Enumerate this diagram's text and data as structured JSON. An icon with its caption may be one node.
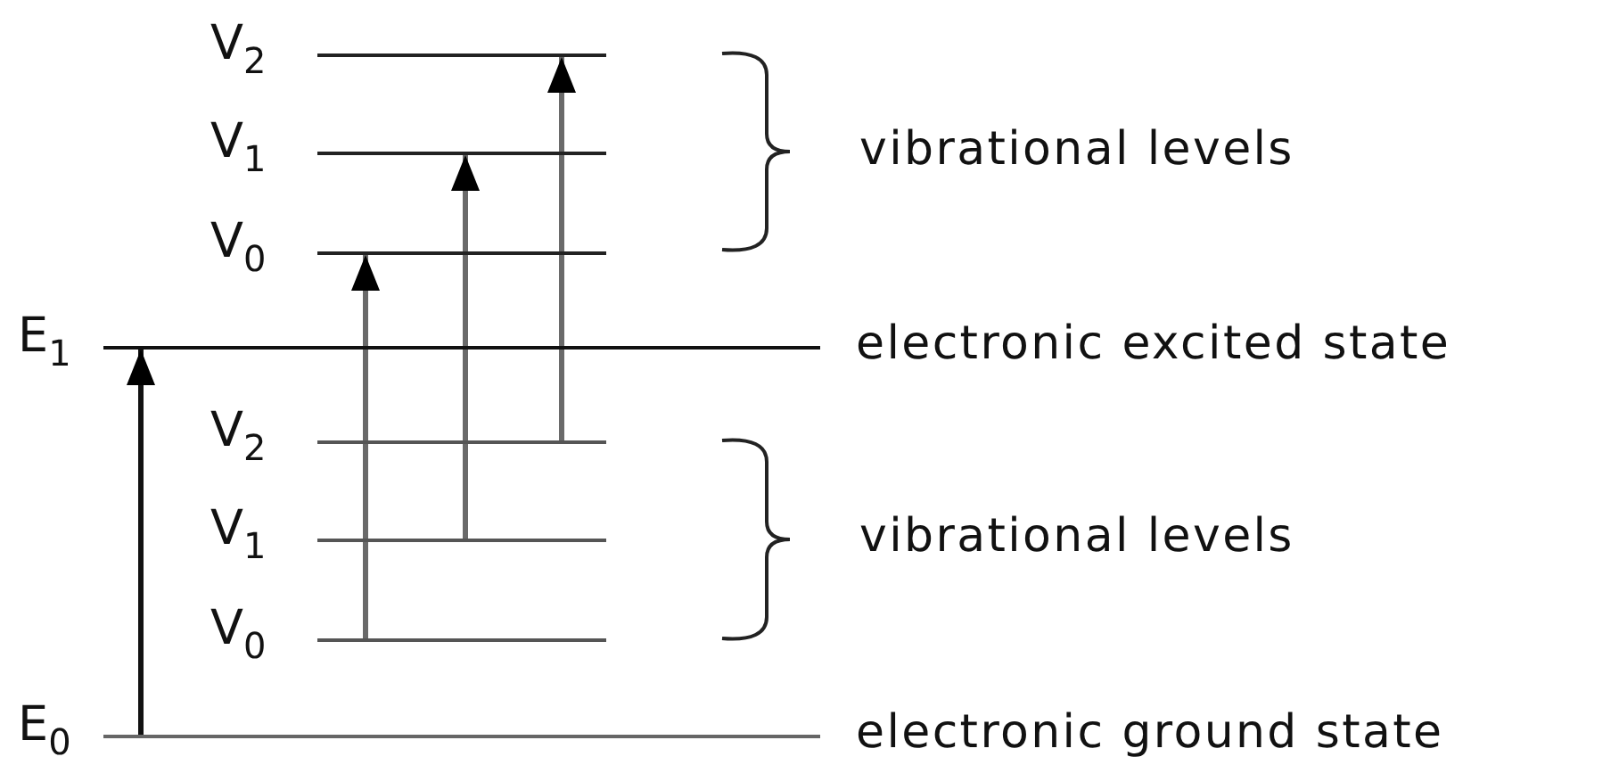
{
  "diagram": {
    "nodes": [
      {
        "text": [
          "V$_{2}$"
        ]
      },
      {
        "text": [
          "V$_{1}$"
        ]
      },
      {
        "text": [
          "V$_{0}$"
        ]
      },
      {
        "text": [
          "E$_{1}$"
        ],
        "beside": [
          "electronic excited state"
        ]
      },
      {
        "text": [
          "V$_{2}$"
        ]
      },
      {
        "text": [
          "V$_{1}$"
        ]
      },
      {
        "text": [
          "V$_{0}$"
        ]
      },
      {
        "text": [
          "E$_{0}$"
        ],
        "beside": [
          "electronic ground state"
        ]
      }
    ],
    "edges": [
      {
        "from": 7,
        "to": 3,
        "arrow": "to",
        "color": "#111111"
      },
      {
        "from": 6,
        "to": 2,
        "arrow": "to"
      },
      {
        "from": 5,
        "to": 1,
        "arrow": "to"
      },
      {
        "from": 4,
        "to": 0,
        "arrow": "to"
      }
    ],
    "labels": [
      "vibrational levels",
      "vibrational levels"
    ]
  }
}
